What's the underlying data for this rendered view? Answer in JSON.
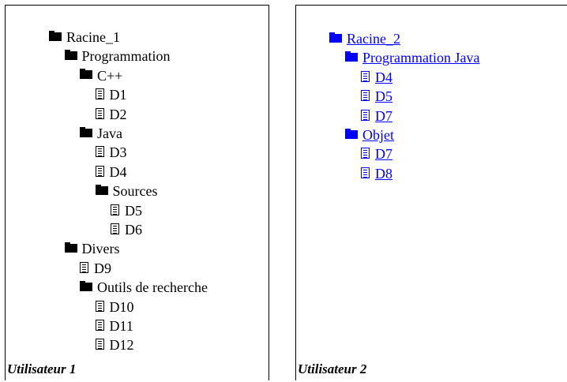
{
  "panel_left": {
    "caption": "Utilisateur 1",
    "tree": [
      {
        "type": "folder",
        "label": "Racine_1",
        "depth": 0
      },
      {
        "type": "folder",
        "label": "Programmation",
        "depth": 1
      },
      {
        "type": "folder",
        "label": "C++",
        "depth": 2
      },
      {
        "type": "document",
        "label": "D1",
        "depth": 3
      },
      {
        "type": "document",
        "label": "D2",
        "depth": 3
      },
      {
        "type": "folder",
        "label": "Java",
        "depth": 2
      },
      {
        "type": "document",
        "label": "D3",
        "depth": 3
      },
      {
        "type": "document",
        "label": "D4",
        "depth": 3
      },
      {
        "type": "folder",
        "label": "Sources",
        "depth": 3
      },
      {
        "type": "document",
        "label": "D5",
        "depth": 4
      },
      {
        "type": "document",
        "label": "D6",
        "depth": 4
      },
      {
        "type": "folder",
        "label": "Divers",
        "depth": 1
      },
      {
        "type": "document",
        "label": "D9",
        "depth": 2
      },
      {
        "type": "folder",
        "label": "Outils de recherche",
        "depth": 2
      },
      {
        "type": "document",
        "label": "D10",
        "depth": 3
      },
      {
        "type": "document",
        "label": "D11",
        "depth": 3
      },
      {
        "type": "document",
        "label": "D12",
        "depth": 3
      }
    ]
  },
  "panel_right": {
    "caption": "Utilisateur 2",
    "link_color": "#0000ff",
    "tree": [
      {
        "type": "folder",
        "label": "Racine_2",
        "depth": 0
      },
      {
        "type": "folder",
        "label": "Programmation Java",
        "depth": 1
      },
      {
        "type": "document",
        "label": "D4",
        "depth": 2
      },
      {
        "type": "document",
        "label": "D5",
        "depth": 2
      },
      {
        "type": "document",
        "label": "D7",
        "depth": 2
      },
      {
        "type": "folder",
        "label": "Objet",
        "depth": 1
      },
      {
        "type": "document",
        "label": "D7",
        "depth": 2
      },
      {
        "type": "document",
        "label": "D8",
        "depth": 2
      }
    ]
  },
  "icons": {
    "folder": "folder-icon",
    "document": "document-icon"
  }
}
